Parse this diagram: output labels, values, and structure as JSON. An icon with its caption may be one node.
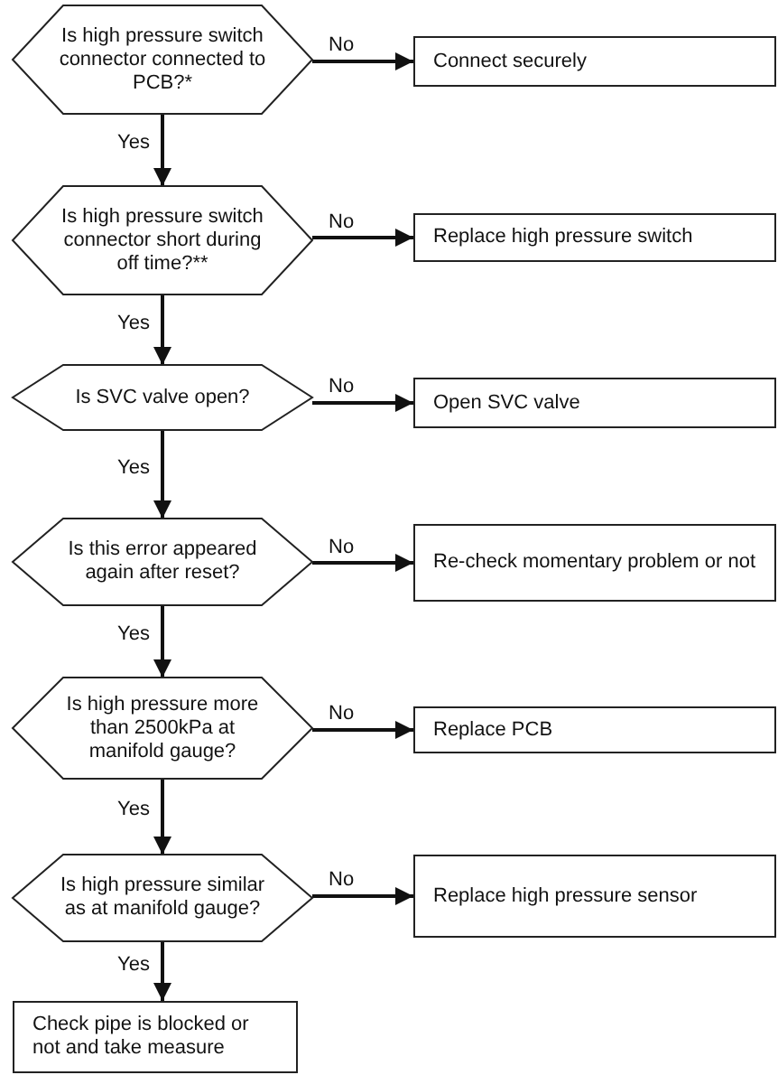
{
  "diagram": {
    "nodes": [
      {
        "text": [
          "Is high pressure switch connector connected to PCB?*"
        ]
      },
      {
        "text": [
          "Connect securely"
        ]
      },
      {
        "text": [
          "Is high pressure switch connector short during off time?**"
        ]
      },
      {
        "text": [
          "Replace high pressure switch"
        ]
      },
      {
        "text": [
          "Is SVC valve open?"
        ]
      },
      {
        "text": [
          "Open SVC valve"
        ]
      },
      {
        "text": [
          "Is this error appeared again after reset?"
        ]
      },
      {
        "text": [
          "Re-check momentary problem or not"
        ]
      },
      {
        "text": [
          "Is high pressure more than 2500kPa at manifold gauge?"
        ]
      },
      {
        "text": [
          "Replace PCB"
        ]
      },
      {
        "text": [
          "Is high pressure similar as at manifold gauge?"
        ]
      },
      {
        "text": [
          "Replace high pressure sensor"
        ]
      },
      {
        "text": [
          "Check pipe is blocked or not and take measure"
        ]
      }
    ],
    "edges": [
      {
        "from": 0,
        "to": 1,
        "arrow": "to",
        "label": "No"
      },
      {
        "from": 0,
        "to": 2,
        "arrow": "to",
        "label": "Yes"
      },
      {
        "from": 2,
        "to": 3,
        "arrow": "to",
        "label": "No"
      },
      {
        "from": 2,
        "to": 4,
        "arrow": "to",
        "label": "Yes"
      },
      {
        "from": 4,
        "to": 5,
        "arrow": "to",
        "label": "No"
      },
      {
        "from": 4,
        "to": 6,
        "arrow": "to",
        "label": "Yes"
      },
      {
        "from": 6,
        "to": 7,
        "arrow": "to",
        "label": "No"
      },
      {
        "from": 6,
        "to": 8,
        "arrow": "to",
        "label": "Yes"
      },
      {
        "from": 8,
        "to": 9,
        "arrow": "to",
        "label": "No"
      },
      {
        "from": 8,
        "to": 10,
        "arrow": "to",
        "label": "Yes"
      },
      {
        "from": 10,
        "to": 11,
        "arrow": "to",
        "label": "No"
      },
      {
        "from": 10,
        "to": 12,
        "arrow": "to",
        "label": "Yes"
      }
    ]
  }
}
